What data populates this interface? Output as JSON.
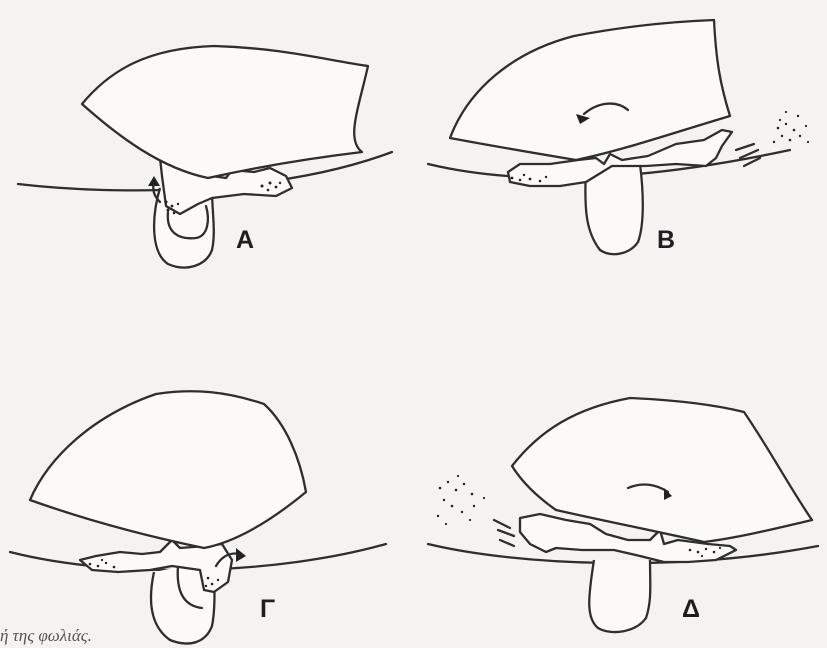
{
  "panels": [
    {
      "label": "A"
    },
    {
      "label": "B"
    },
    {
      "label": "Γ"
    },
    {
      "label": "Δ"
    }
  ],
  "caption": "ή της φωλιάς."
}
